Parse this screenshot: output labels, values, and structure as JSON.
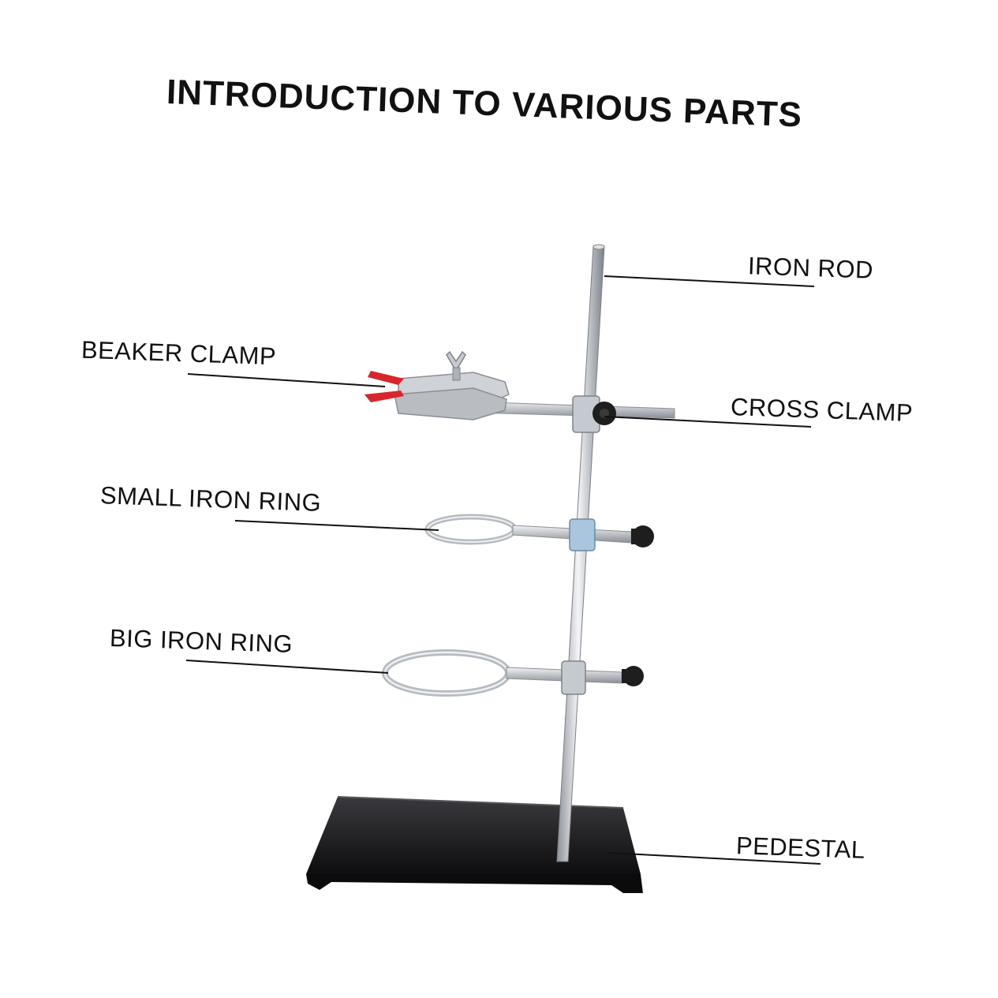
{
  "title": "INTRODUCTION TO VARIOUS PARTS",
  "labels": {
    "iron_rod": "IRON ROD",
    "beaker_clamp": "BEAKER CLAMP",
    "cross_clamp": "CROSS CLAMP",
    "small_iron_ring": "SMALL IRON RING",
    "big_iron_ring": "BIG IRON RING",
    "pedestal": "PEDESTAL"
  },
  "colors": {
    "metal": "#c9ccd1",
    "metal_dark": "#8d9299",
    "pedestal": "#1b1b1d",
    "clamp_tip": "#d7262d",
    "knob": "#1e1e1e",
    "leader_line": "#111111"
  }
}
